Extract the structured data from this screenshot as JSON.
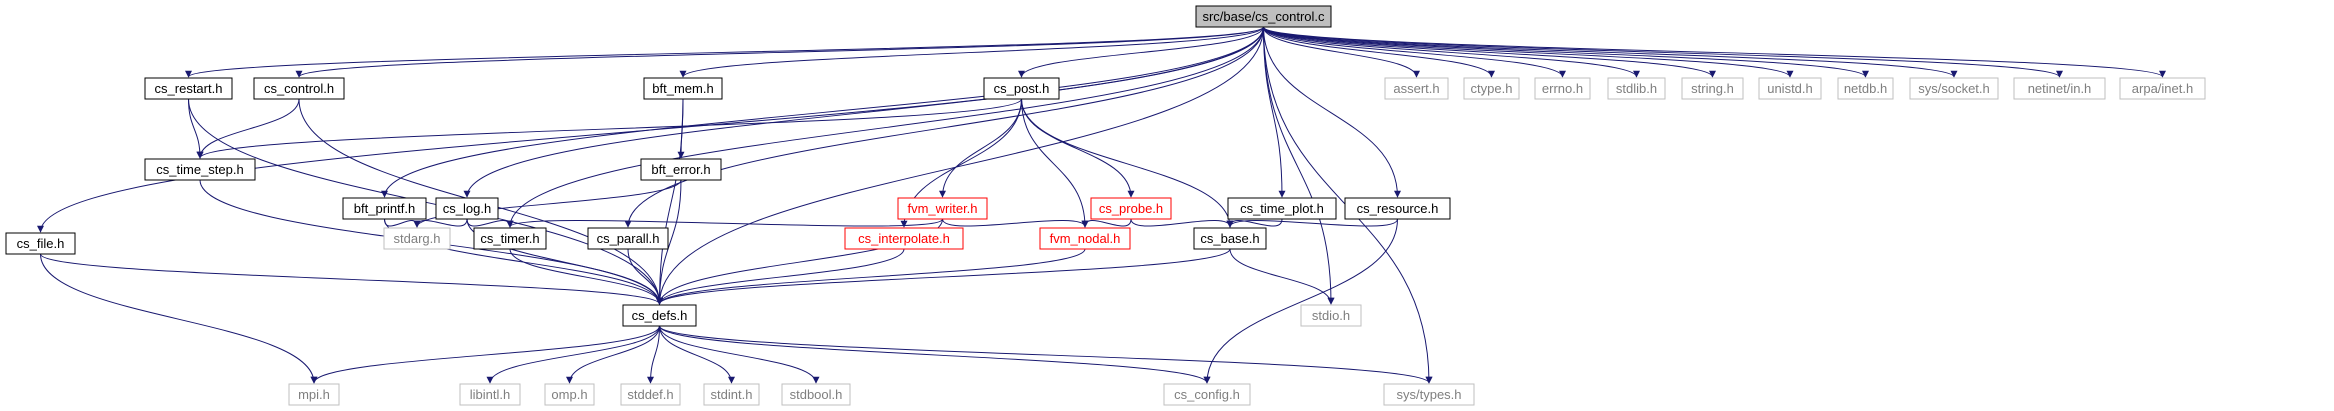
{
  "nodes": [
    {
      "id": "root",
      "label": "src/base/cs_control.c",
      "style": "root"
    },
    {
      "id": "cs_file",
      "label": "cs_file.h",
      "style": "normal"
    },
    {
      "id": "cs_restart",
      "label": "cs_restart.h",
      "style": "normal"
    },
    {
      "id": "cs_control",
      "label": "cs_control.h",
      "style": "normal"
    },
    {
      "id": "bft_printf",
      "label": "bft_printf.h",
      "style": "normal"
    },
    {
      "id": "cs_log",
      "label": "cs_log.h",
      "style": "normal"
    },
    {
      "id": "bft_mem",
      "label": "bft_mem.h",
      "style": "normal"
    },
    {
      "id": "bft_error",
      "label": "bft_error.h",
      "style": "normal"
    },
    {
      "id": "cs_post",
      "label": "cs_post.h",
      "style": "normal"
    },
    {
      "id": "cs_time_step",
      "label": "cs_time_step.h",
      "style": "normal"
    },
    {
      "id": "fvm_writer",
      "label": "fvm_writer.h",
      "style": "red"
    },
    {
      "id": "cs_probe",
      "label": "cs_probe.h",
      "style": "red"
    },
    {
      "id": "cs_time_plot",
      "label": "cs_time_plot.h",
      "style": "normal"
    },
    {
      "id": "cs_resource",
      "label": "cs_resource.h",
      "style": "normal"
    },
    {
      "id": "stdarg",
      "label": "stdarg.h",
      "style": "gray"
    },
    {
      "id": "cs_timer",
      "label": "cs_timer.h",
      "style": "normal"
    },
    {
      "id": "cs_parall",
      "label": "cs_parall.h",
      "style": "normal"
    },
    {
      "id": "cs_interpolate",
      "label": "cs_interpolate.h",
      "style": "red"
    },
    {
      "id": "fvm_nodal",
      "label": "fvm_nodal.h",
      "style": "red"
    },
    {
      "id": "cs_base",
      "label": "cs_base.h",
      "style": "normal"
    },
    {
      "id": "cs_defs",
      "label": "cs_defs.h",
      "style": "normal"
    },
    {
      "id": "stdio",
      "label": "stdio.h",
      "style": "gray"
    },
    {
      "id": "mpi",
      "label": "mpi.h",
      "style": "gray"
    },
    {
      "id": "libintl",
      "label": "libintl.h",
      "style": "gray"
    },
    {
      "id": "omp",
      "label": "omp.h",
      "style": "gray"
    },
    {
      "id": "stddef",
      "label": "stddef.h",
      "style": "gray"
    },
    {
      "id": "stdint",
      "label": "stdint.h",
      "style": "gray"
    },
    {
      "id": "stdbool",
      "label": "stdbool.h",
      "style": "gray"
    },
    {
      "id": "cs_config",
      "label": "cs_config.h",
      "style": "gray"
    },
    {
      "id": "sys_types",
      "label": "sys/types.h",
      "style": "gray"
    },
    {
      "id": "assert",
      "label": "assert.h",
      "style": "gray"
    },
    {
      "id": "ctype",
      "label": "ctype.h",
      "style": "gray"
    },
    {
      "id": "errno",
      "label": "errno.h",
      "style": "gray"
    },
    {
      "id": "stdlib",
      "label": "stdlib.h",
      "style": "gray"
    },
    {
      "id": "string",
      "label": "string.h",
      "style": "gray"
    },
    {
      "id": "unistd",
      "label": "unistd.h",
      "style": "gray"
    },
    {
      "id": "netdb",
      "label": "netdb.h",
      "style": "gray"
    },
    {
      "id": "sys_socket",
      "label": "sys/socket.h",
      "style": "gray"
    },
    {
      "id": "netinet_in",
      "label": "netinet/in.h",
      "style": "gray"
    },
    {
      "id": "arpa_inet",
      "label": "arpa/inet.h",
      "style": "gray"
    }
  ],
  "edges": [
    [
      "root",
      "cs_file"
    ],
    [
      "root",
      "cs_restart"
    ],
    [
      "root",
      "cs_control"
    ],
    [
      "root",
      "bft_printf"
    ],
    [
      "root",
      "cs_log"
    ],
    [
      "root",
      "bft_mem"
    ],
    [
      "root",
      "cs_post"
    ],
    [
      "root",
      "cs_timer"
    ],
    [
      "root",
      "cs_parall"
    ],
    [
      "root",
      "cs_defs"
    ],
    [
      "root",
      "cs_time_plot"
    ],
    [
      "root",
      "cs_resource"
    ],
    [
      "root",
      "stdio"
    ],
    [
      "root",
      "sys_types"
    ],
    [
      "root",
      "assert"
    ],
    [
      "root",
      "ctype"
    ],
    [
      "root",
      "errno"
    ],
    [
      "root",
      "stdlib"
    ],
    [
      "root",
      "string"
    ],
    [
      "root",
      "unistd"
    ],
    [
      "root",
      "netdb"
    ],
    [
      "root",
      "sys_socket"
    ],
    [
      "root",
      "netinet_in"
    ],
    [
      "root",
      "arpa_inet"
    ],
    [
      "cs_file",
      "cs_defs"
    ],
    [
      "cs_file",
      "mpi"
    ],
    [
      "cs_restart",
      "cs_time_step"
    ],
    [
      "cs_restart",
      "cs_defs"
    ],
    [
      "cs_control",
      "cs_time_step"
    ],
    [
      "cs_control",
      "cs_defs"
    ],
    [
      "cs_time_step",
      "cs_defs"
    ],
    [
      "bft_printf",
      "stdarg"
    ],
    [
      "bft_printf",
      "cs_defs"
    ],
    [
      "cs_log",
      "stdarg"
    ],
    [
      "cs_log",
      "cs_timer"
    ],
    [
      "cs_log",
      "cs_defs"
    ],
    [
      "bft_mem",
      "bft_error"
    ],
    [
      "bft_mem",
      "cs_defs"
    ],
    [
      "bft_error",
      "stdarg"
    ],
    [
      "bft_error",
      "cs_defs"
    ],
    [
      "cs_post",
      "cs_time_step"
    ],
    [
      "cs_post",
      "fvm_writer"
    ],
    [
      "cs_post",
      "cs_interpolate"
    ],
    [
      "cs_post",
      "cs_probe"
    ],
    [
      "cs_post",
      "fvm_nodal"
    ],
    [
      "cs_post",
      "cs_base"
    ],
    [
      "fvm_writer",
      "cs_timer"
    ],
    [
      "fvm_writer",
      "fvm_nodal"
    ],
    [
      "fvm_writer",
      "cs_defs"
    ],
    [
      "cs_probe",
      "fvm_nodal"
    ],
    [
      "cs_probe",
      "cs_base"
    ],
    [
      "cs_interpolate",
      "cs_defs"
    ],
    [
      "fvm_nodal",
      "cs_defs"
    ],
    [
      "cs_time_plot",
      "cs_base"
    ],
    [
      "cs_resource",
      "cs_base"
    ],
    [
      "cs_resource",
      "cs_config"
    ],
    [
      "cs_base",
      "cs_defs"
    ],
    [
      "cs_base",
      "stdio"
    ],
    [
      "cs_timer",
      "cs_defs"
    ],
    [
      "cs_parall",
      "cs_defs"
    ],
    [
      "cs_defs",
      "mpi"
    ],
    [
      "cs_defs",
      "libintl"
    ],
    [
      "cs_defs",
      "omp"
    ],
    [
      "cs_defs",
      "stddef"
    ],
    [
      "cs_defs",
      "stdint"
    ],
    [
      "cs_defs",
      "stdbool"
    ],
    [
      "cs_defs",
      "cs_config"
    ],
    [
      "cs_defs",
      "sys_types"
    ]
  ]
}
